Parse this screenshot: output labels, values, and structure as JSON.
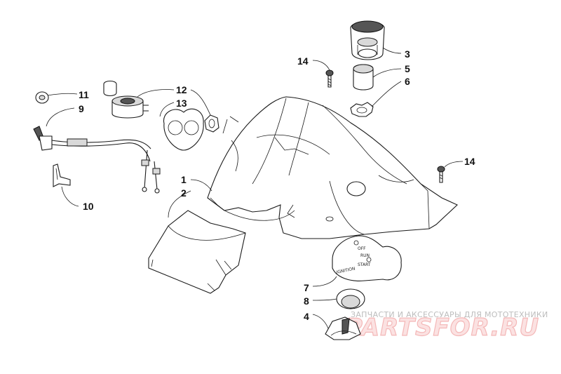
{
  "diagram": {
    "callouts": [
      {
        "num": "1"
      },
      {
        "num": "2"
      },
      {
        "num": "3"
      },
      {
        "num": "4"
      },
      {
        "num": "5"
      },
      {
        "num": "6"
      },
      {
        "num": "7"
      },
      {
        "num": "8"
      },
      {
        "num": "9"
      },
      {
        "num": "10"
      },
      {
        "num": "11"
      },
      {
        "num": "12"
      },
      {
        "num": "13"
      },
      {
        "num": "14"
      },
      {
        "num": "14"
      }
    ],
    "switch_plate": {
      "off": "OFF",
      "run": "RUN",
      "start": "START",
      "ignition": "IGNITION"
    }
  },
  "watermark": {
    "subtitle": "ЗАПЧАСТИ И АКСЕССУАРЫ ДЛЯ МОТОТЕХНИКИ",
    "logo": "PARTSFOR.RU"
  }
}
